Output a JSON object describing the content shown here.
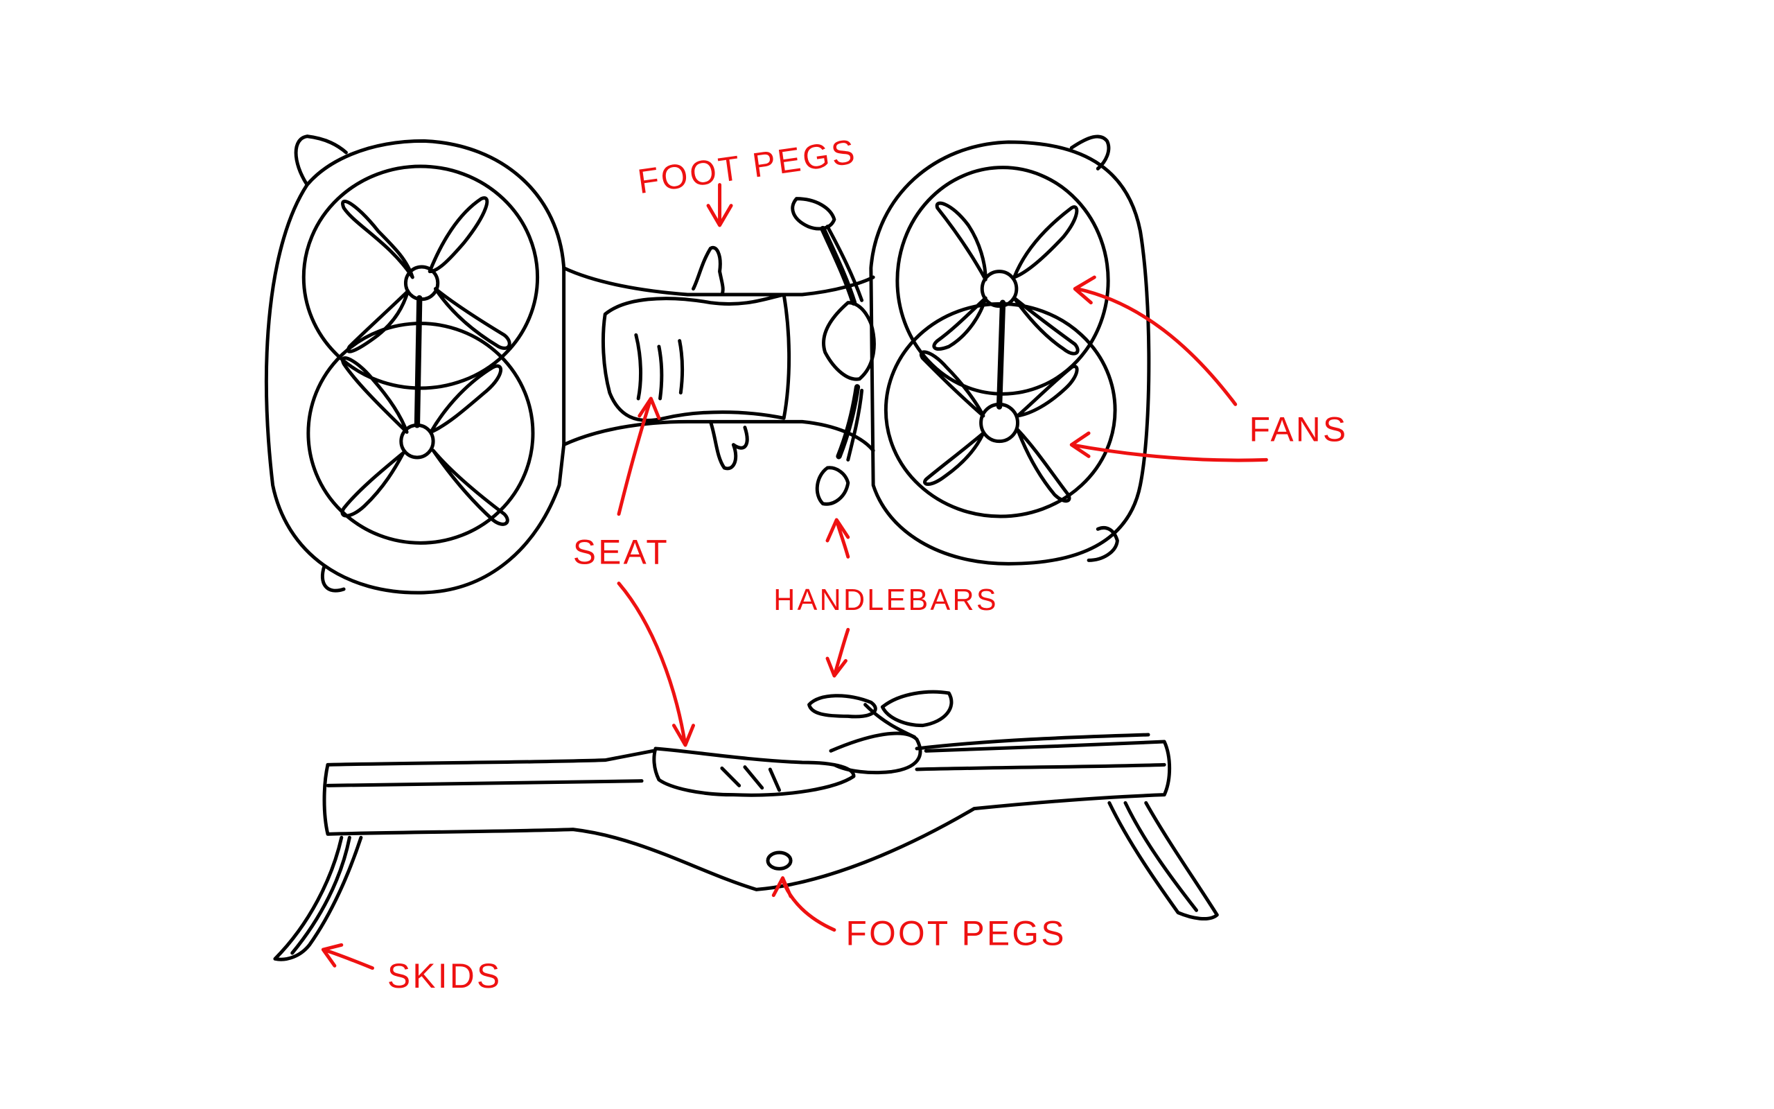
{
  "labels": {
    "foot_pegs_top": "FOOT PEGS",
    "fans": "FANS",
    "seat": "SEAT",
    "handlebars": "HANDLEBARS",
    "foot_pegs_bottom": "FOOT PEGS",
    "skids": "SKIDS"
  },
  "colors": {
    "ink": "#000000",
    "annotation": "#ee1111",
    "background": "#ffffff"
  }
}
